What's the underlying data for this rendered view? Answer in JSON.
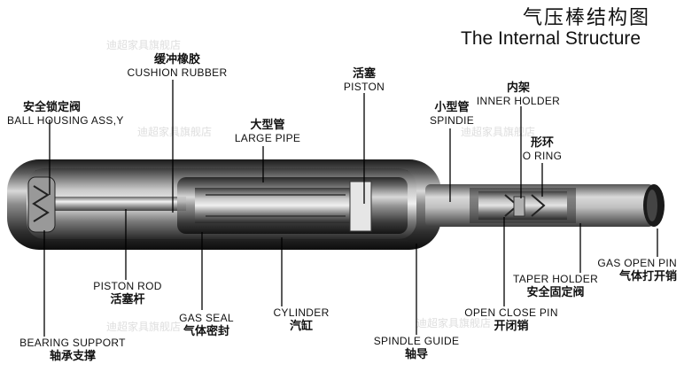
{
  "title": {
    "cn": "气压棒结构图",
    "en": "The Internal Structure"
  },
  "watermark": "迪超家具旗舰店",
  "labels": {
    "cushion_rubber": {
      "cn": "缓冲橡胶",
      "en": "CUSHION RUBBER"
    },
    "piston": {
      "cn": "活塞",
      "en": "PISTON"
    },
    "inner_holder": {
      "cn": "内架",
      "en": "INNER HOLDER"
    },
    "spindle": {
      "cn": "小型管",
      "en": "SPINDIE"
    },
    "ball_housing": {
      "cn": "安全锁定阀",
      "en": "BALL HOUSING ASS,Y"
    },
    "large_pipe": {
      "cn": "大型管",
      "en": "LARGE PIPE"
    },
    "o_ring": {
      "cn": "形环",
      "en": "O RING"
    },
    "gas_open_pin": {
      "en": "GAS OPEN PIN",
      "cn": "气体打开销"
    },
    "taper_holder": {
      "en": "TAPER HOLDER",
      "cn": "安全固定阀"
    },
    "piston_rod": {
      "en": "PISTON ROD",
      "cn": "活塞杆"
    },
    "gas_seal": {
      "en": "GAS SEAL",
      "cn": "气体密封"
    },
    "cylinder": {
      "en": "CYLINDER",
      "cn": "汽缸"
    },
    "open_close_pin": {
      "en": "OPEN CLOSE PIN",
      "cn": "开闭销"
    },
    "bearing_support": {
      "en": "BEARING SUPPORT",
      "cn": "轴承支撑"
    },
    "spindle_guide": {
      "en": "SPINDLE GUIDE",
      "cn": "轴导"
    }
  }
}
